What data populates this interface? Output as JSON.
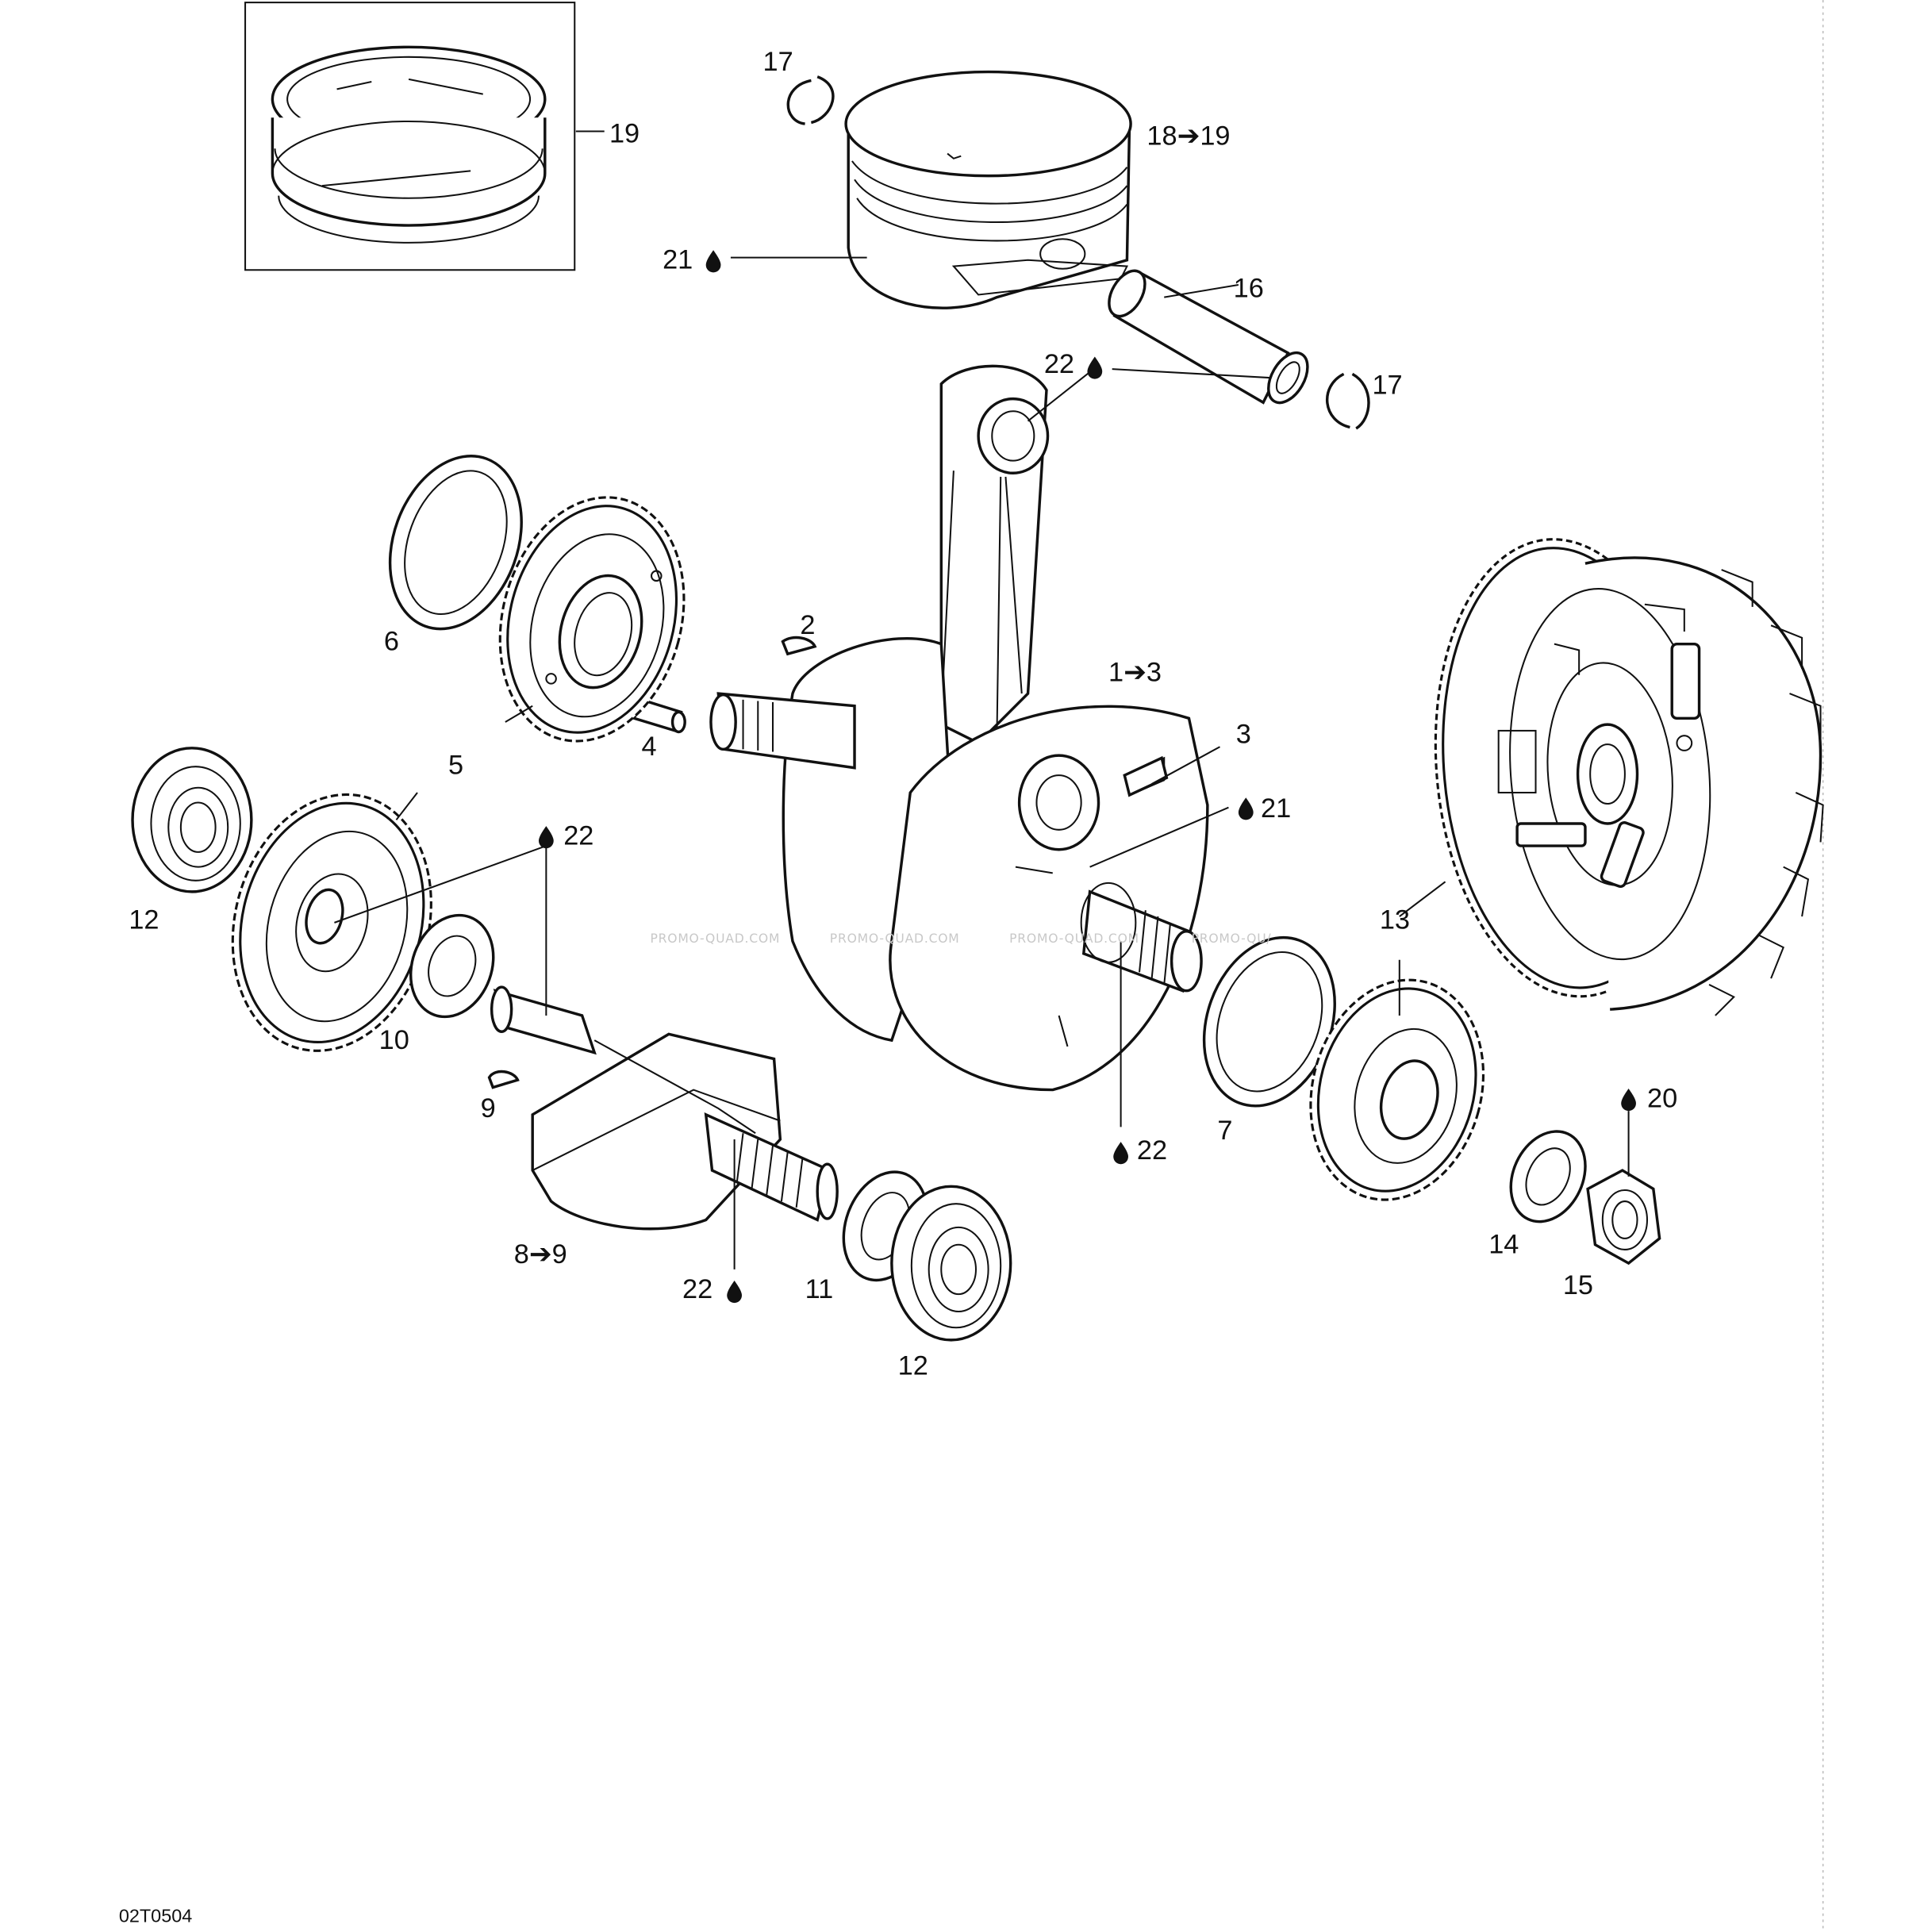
{
  "diagram_code": "02T0504",
  "watermark": "PROMO-QUAD.COM",
  "watermark_partial": "PROMO-QU/",
  "labels": {
    "l1_3": "1➔3",
    "l2": "2",
    "l3": "3",
    "l4": "4",
    "l5": "5",
    "l6": "6",
    "l7": "7",
    "l8_9": "8➔9",
    "l9": "9",
    "l10": "10",
    "l11": "11",
    "l12a": "12",
    "l12b": "12",
    "l13": "13",
    "l14": "14",
    "l15": "15",
    "l16": "16",
    "l17a": "17",
    "l17b": "17",
    "l18_19": "18➔19",
    "l19": "19",
    "l20": "20",
    "l21a": "21",
    "l21b": "21",
    "l22a": "22",
    "l22b": "22",
    "l22c": "22",
    "l22d": "22"
  },
  "icons": [
    "oil-drop-icon"
  ]
}
